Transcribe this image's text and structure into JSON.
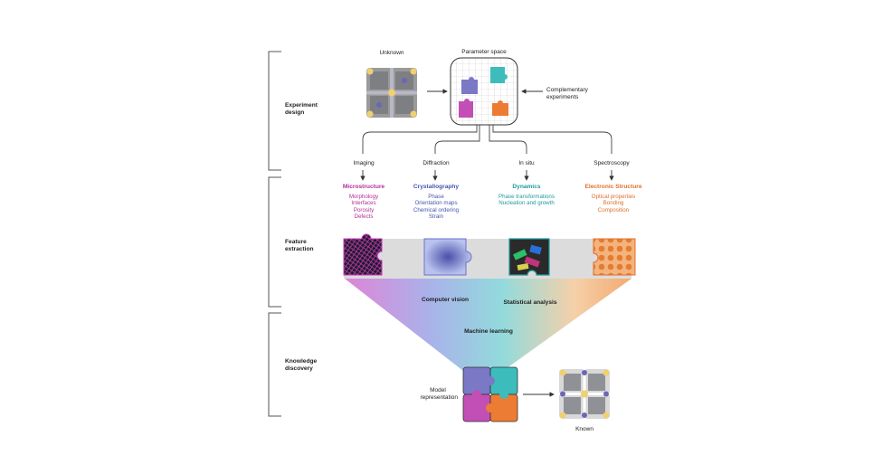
{
  "sections": [
    {
      "line1": "Experiment",
      "line2": "design"
    },
    {
      "line1": "Feature",
      "line2": "extraction"
    },
    {
      "line1": "Knowledge",
      "line2": "discovery"
    }
  ],
  "top": {
    "unknown": "Unknown",
    "parameter_space": "Parameter space",
    "complementary_line1": "Complementary",
    "complementary_line2": "experiments"
  },
  "techniques": [
    {
      "method": "Imaging",
      "category": "Microstructure",
      "color": "#b0309b",
      "items": [
        "Morphology",
        "Interfaces",
        "Porosity",
        "Defects"
      ]
    },
    {
      "method": "Diffraction",
      "category": "Crystallography",
      "color": "#4657b0",
      "items": [
        "Phase",
        "Orientation maps",
        "Chemical ordering",
        "Strain"
      ]
    },
    {
      "method": "In situ",
      "category": "Dynamics",
      "color": "#1e9a9e",
      "items": [
        "Phase transformations",
        "Nucleation and growth"
      ]
    },
    {
      "method": "Spectroscopy",
      "category": "Electronic Structure",
      "color": "#e0702c",
      "items": [
        "Optical properties",
        "Bonding",
        "Composition"
      ]
    }
  ],
  "analysis": {
    "computer_vision": "Computer vision",
    "statistical_analysis": "Statistical analysis",
    "machine_learning": "Machine learning"
  },
  "bottom": {
    "model_line1": "Model",
    "model_line2": "representation",
    "known": "Known"
  },
  "colors": {
    "purple": "#7b78c6",
    "teal": "#3dbcbc",
    "magenta": "#c24fb5",
    "orange": "#ec7c33"
  }
}
